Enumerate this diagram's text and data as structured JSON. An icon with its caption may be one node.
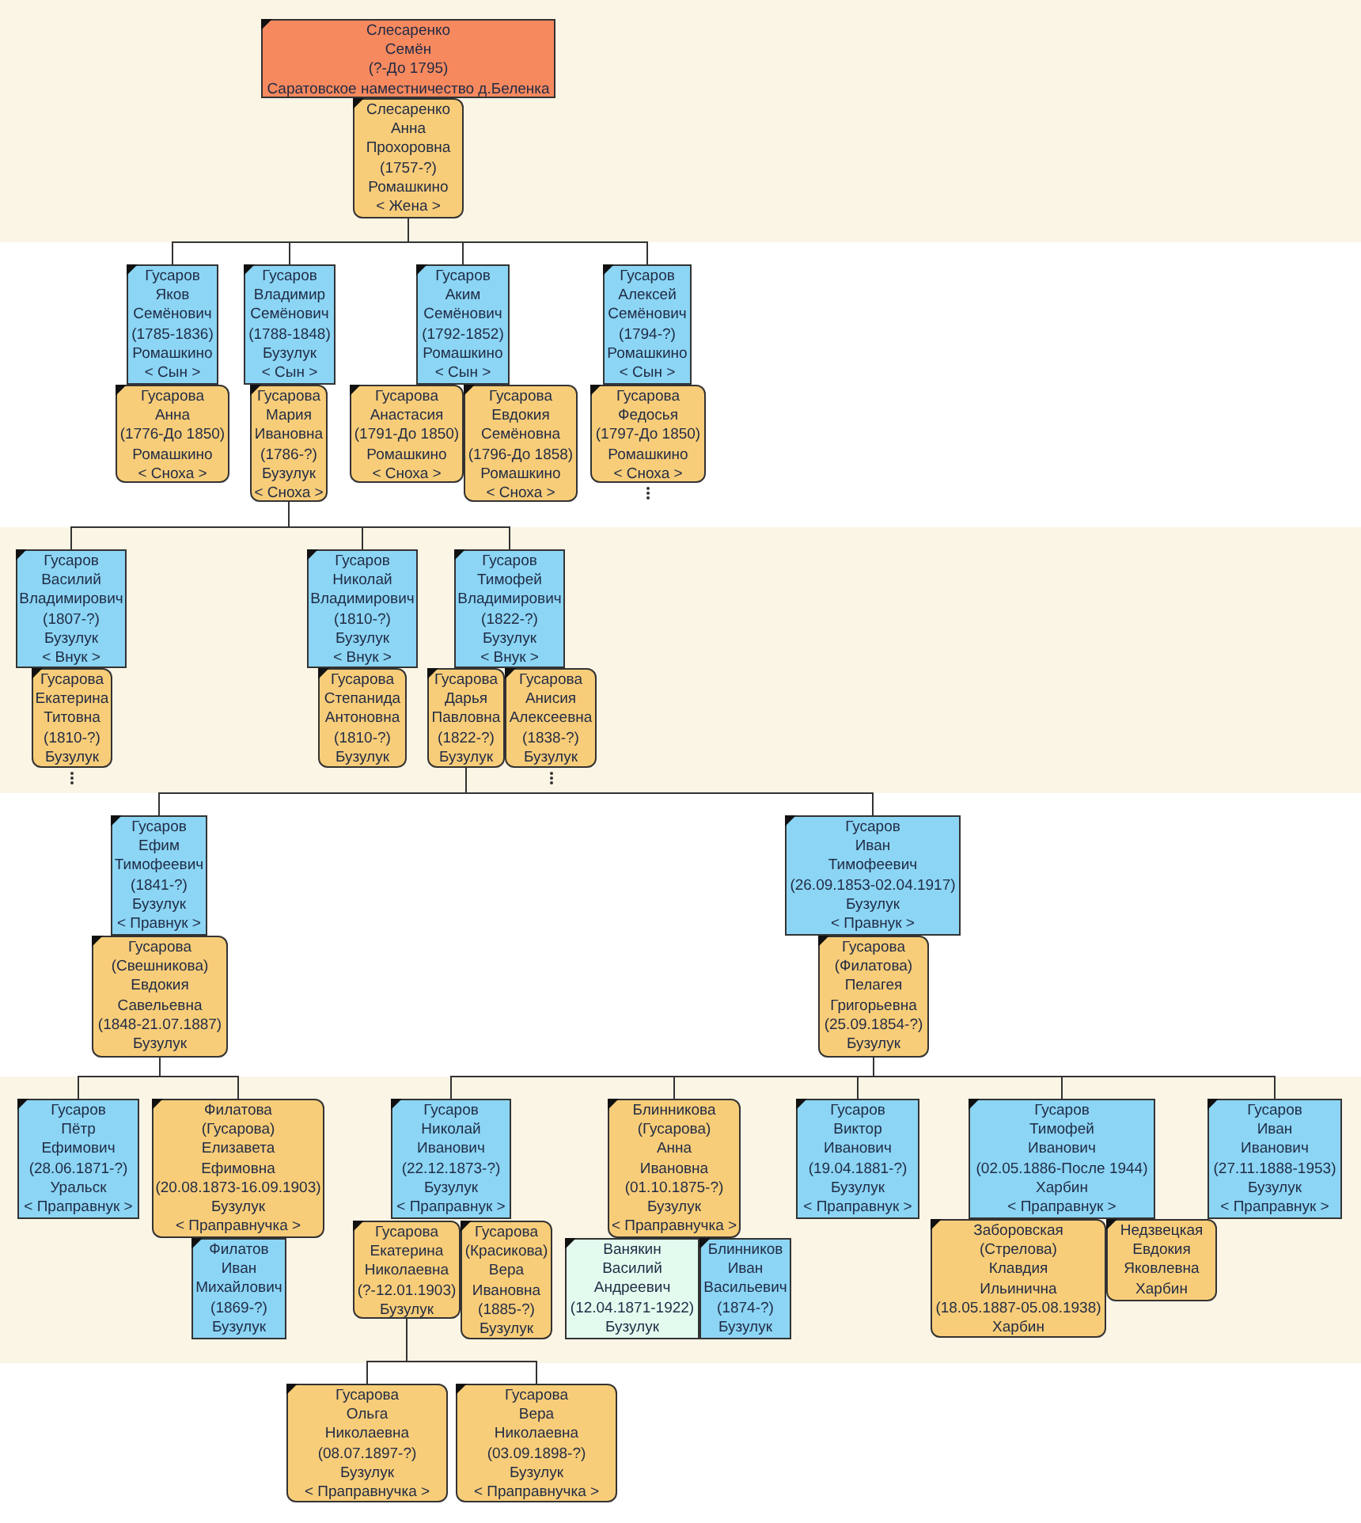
{
  "diagram": {
    "nodes": [
      {
        "text": [
          "Слесаренко",
          "Семён",
          "(?-До 1795)",
          "Саратовское наместничество д.Беленка"
        ]
      },
      {
        "text": [
          "Слесаренко",
          "Анна",
          "Прохоровна",
          "(1757-?)",
          "Ромашкино",
          "< Жена >"
        ]
      },
      {
        "text": [
          "Гусаров",
          "Яков",
          "Семёнович",
          "(1785-1836)",
          "Ромашкино",
          "< Сын >"
        ]
      },
      {
        "text": [
          "Гусарова",
          "Анна",
          "(1776-До 1850)",
          "Ромашкино",
          "< Сноха >"
        ]
      },
      {
        "text": [
          "Гусаров",
          "Владимир",
          "Семёнович",
          "(1788-1848)",
          "Бузулук",
          "< Сын >"
        ]
      },
      {
        "text": [
          "Гусарова",
          "Мария",
          "Ивановна",
          "(1786-?)",
          "Бузулук",
          "< Сноха >"
        ]
      },
      {
        "text": [
          "Гусаров",
          "Аким",
          "Семёнович",
          "(1792-1852)",
          "Ромашкино",
          "< Сын >"
        ]
      },
      {
        "text": [
          "Гусарова",
          "Анастасия",
          "(1791-До 1850)",
          "Ромашкино",
          "< Сноха >"
        ]
      },
      {
        "text": [
          "Гусарова",
          "Евдокия",
          "Семёновна",
          "(1796-До 1858)",
          "Ромашкино",
          "< Сноха >"
        ]
      },
      {
        "text": [
          "Гусаров",
          "Алексей",
          "Семёнович",
          "(1794-?)",
          "Ромашкино",
          "< Сын >"
        ]
      },
      {
        "text": [
          "Гусарова",
          "Федосья",
          "(1797-До 1850)",
          "Ромашкино",
          "< Сноха >"
        ]
      },
      {
        "text": [
          "Гусаров",
          "Василий",
          "Владимирович",
          "(1807-?)",
          "Бузулук",
          "< Внук >"
        ]
      },
      {
        "text": [
          "Гусарова",
          "Екатерина",
          "Титовна",
          "(1810-?)",
          "Бузулук"
        ]
      },
      {
        "text": [
          "Гусаров",
          "Николай",
          "Владимирович",
          "(1810-?)",
          "Бузулук",
          "< Внук >"
        ]
      },
      {
        "text": [
          "Гусарова",
          "Степанида",
          "Антоновна",
          "(1810-?)",
          "Бузулук"
        ]
      },
      {
        "text": [
          "Гусаров",
          "Тимофей",
          "Владимирович",
          "(1822-?)",
          "Бузулук",
          "< Внук >"
        ]
      },
      {
        "text": [
          "Гусарова",
          "Дарья",
          "Павловна",
          "(1822-?)",
          "Бузулук"
        ]
      },
      {
        "text": [
          "Гусарова",
          "Анисия",
          "Алексеевна",
          "(1838-?)",
          "Бузулук"
        ]
      },
      {
        "text": [
          "Гусаров",
          "Ефим",
          "Тимофеевич",
          "(1841-?)",
          "Бузулук",
          "< Правнук >"
        ]
      },
      {
        "text": [
          "Гусарова",
          "(Свешникова)",
          "Евдокия",
          "Савельевна",
          "(1848-21.07.1887)",
          "Бузулук"
        ]
      },
      {
        "text": [
          "Гусаров",
          "Иван",
          "Тимофеевич",
          "(26.09.1853-02.04.1917)",
          "Бузулук",
          "< Правнук >"
        ]
      },
      {
        "text": [
          "Гусарова",
          "(Филатова)",
          "Пелагея",
          "Григорьевна",
          "(25.09.1854-?)",
          "Бузулук"
        ]
      },
      {
        "text": [
          "Гусаров",
          "Пётр",
          "Ефимович",
          "(28.06.1871-?)",
          "Уральск",
          "< Праправнук >"
        ]
      },
      {
        "text": [
          "Филатова",
          "(Гусарова)",
          "Елизавета",
          "Ефимовна",
          "(20.08.1873-16.09.1903)",
          "Бузулук",
          "< Праправнучка >"
        ]
      },
      {
        "text": [
          "Филатов",
          "Иван",
          "Михайлович",
          "(1869-?)",
          "Бузулук"
        ]
      },
      {
        "text": [
          "Гусаров",
          "Николай",
          "Иванович",
          "(22.12.1873-?)",
          "Бузулук",
          "< Праправнук >"
        ]
      },
      {
        "text": [
          "Гусарова",
          "Екатерина",
          "Николаевна",
          "(?-12.01.1903)",
          "Бузулук"
        ]
      },
      {
        "text": [
          "Гусарова",
          "(Красикова)",
          "Вера",
          "Ивановна",
          "(1885-?)",
          "Бузулук"
        ]
      },
      {
        "text": [
          "Блинникова",
          "(Гусарова)",
          "Анна",
          "Ивановна",
          "(01.10.1875-?)",
          "Бузулук",
          "< Праправнучка >"
        ]
      },
      {
        "text": [
          "Ванякин",
          "Василий",
          "Андреевич",
          "(12.04.1871-1922)",
          "Бузулук"
        ]
      },
      {
        "text": [
          "Блинников",
          "Иван",
          "Васильевич",
          "(1874-?)",
          "Бузулук"
        ]
      },
      {
        "text": [
          "Гусаров",
          "Виктор",
          "Иванович",
          "(19.04.1881-?)",
          "Бузулук",
          "< Праправнук >"
        ]
      },
      {
        "text": [
          "Гусаров",
          "Тимофей",
          "Иванович",
          "(02.05.1886-После 1944)",
          "Харбин",
          "< Праправнук >"
        ]
      },
      {
        "text": [
          "Заборовская",
          "(Стрелова)",
          "Клавдия",
          "Ильинична",
          "(18.05.1887-05.08.1938)",
          "Харбин"
        ]
      },
      {
        "text": [
          "Недзвецкая",
          "Евдокия",
          "Яковлевна",
          "Харбин"
        ]
      },
      {
        "text": [
          "Гусаров",
          "Иван",
          "Иванович",
          "(27.11.1888-1953)",
          "Бузулук",
          "< Праправнук >"
        ]
      },
      {
        "text": [
          "Гусарова",
          "Ольга",
          "Николаевна",
          "(08.07.1897-?)",
          "Бузулук",
          "< Праправнучка >"
        ]
      },
      {
        "text": [
          "Гусарова",
          "Вера",
          "Николаевна",
          "(03.09.1898-?)",
          "Бузулук",
          "< Праправнучка >"
        ]
      }
    ],
    "edges": [
      {
        "from": 1,
        "to": 2,
        "arrow": "none"
      },
      {
        "from": 1,
        "to": 4,
        "arrow": "none"
      },
      {
        "from": 1,
        "to": 6,
        "arrow": "none"
      },
      {
        "from": 1,
        "to": 9,
        "arrow": "none"
      },
      {
        "from": 5,
        "to": 11,
        "arrow": "none"
      },
      {
        "from": 5,
        "to": 13,
        "arrow": "none"
      },
      {
        "from": 5,
        "to": 15,
        "arrow": "none"
      },
      {
        "from": 16,
        "to": 18,
        "arrow": "none"
      },
      {
        "from": 16,
        "to": 20,
        "arrow": "none"
      },
      {
        "from": 19,
        "to": 22,
        "arrow": "none"
      },
      {
        "from": 19,
        "to": 23,
        "arrow": "none"
      },
      {
        "from": 21,
        "to": 25,
        "arrow": "none"
      },
      {
        "from": 21,
        "to": 28,
        "arrow": "none"
      },
      {
        "from": 21,
        "to": 31,
        "arrow": "none"
      },
      {
        "from": 21,
        "to": 32,
        "arrow": "none"
      },
      {
        "from": 21,
        "to": 35,
        "arrow": "none"
      },
      {
        "from": 26,
        "to": 36,
        "arrow": "none"
      },
      {
        "from": 26,
        "to": 37,
        "arrow": "none"
      }
    ]
  }
}
